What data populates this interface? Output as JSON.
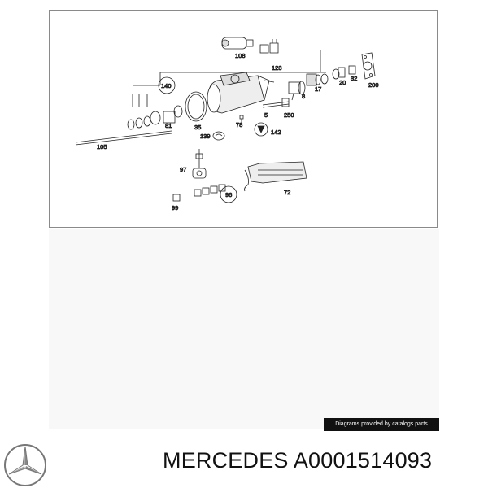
{
  "diagram": {
    "part_labels": {
      "p108": "108",
      "p123": "123",
      "p140": "140",
      "p81": "81",
      "p35": "35",
      "p139": "139",
      "p78": "78",
      "p5": "5",
      "p142": "142",
      "p250": "250",
      "p8": "8",
      "p17": "17",
      "p20": "20",
      "p32": "32",
      "p200": "200",
      "p105": "105",
      "p97": "97",
      "p72": "72",
      "p96": "96",
      "p99": "99"
    }
  },
  "credit": "Diagrams provided by catalogs parts",
  "footer": {
    "brand": "MERCEDES",
    "part_number": "A0001514093"
  },
  "colors": {
    "line": "#222222",
    "frame": "#8a8a8a",
    "credit_bg": "#111111"
  }
}
